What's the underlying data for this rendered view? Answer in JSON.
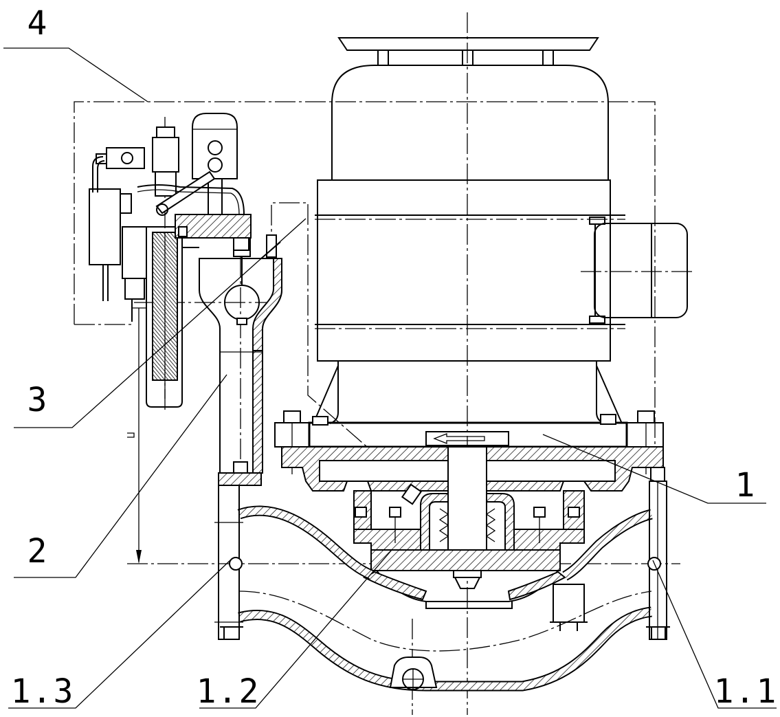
{
  "colors": {
    "line": "#000000",
    "background": "#ffffff"
  },
  "callouts": {
    "c4": "4",
    "c3": "3",
    "c2": "2",
    "c1": "1",
    "c1_3": "1.3",
    "c1_2": "1.2",
    "c1_1": "1.1"
  }
}
